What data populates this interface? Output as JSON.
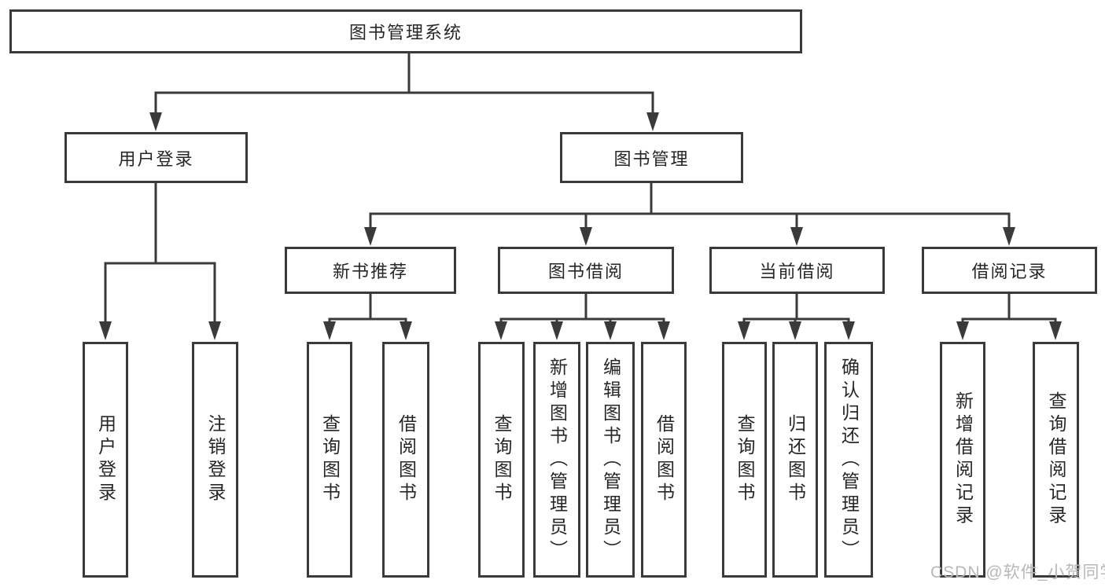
{
  "diagram": {
    "root": {
      "label": "图书管理系统"
    },
    "level2": [
      {
        "label": "用户登录"
      },
      {
        "label": "图书管理"
      }
    ],
    "level3": [
      {
        "label": "新书推荐"
      },
      {
        "label": "图书借阅"
      },
      {
        "label": "当前借阅"
      },
      {
        "label": "借阅记录"
      }
    ],
    "leaves": {
      "user_login": [
        {
          "label": "用户登录"
        },
        {
          "label": "注销登录"
        }
      ],
      "new_book": [
        {
          "label": "查询图书"
        },
        {
          "label": "借阅图书"
        }
      ],
      "borrow": [
        {
          "label": "查询图书"
        },
        {
          "label": "新增图书（管理员）"
        },
        {
          "label": "编辑图书（管理员）"
        },
        {
          "label": "借阅图书"
        }
      ],
      "current": [
        {
          "label": "查询图书"
        },
        {
          "label": "归还图书"
        },
        {
          "label": "确认归还（管理员）"
        }
      ],
      "records": [
        {
          "label": "新增借阅记录"
        },
        {
          "label": "查询借阅记录"
        }
      ]
    }
  },
  "watermark": {
    "text": "CSDN @软件_小贺同学"
  },
  "colors": {
    "line": "#3a3a3a",
    "text": "#262626",
    "watermark": "#b8b8b8",
    "background": "#ffffff"
  }
}
